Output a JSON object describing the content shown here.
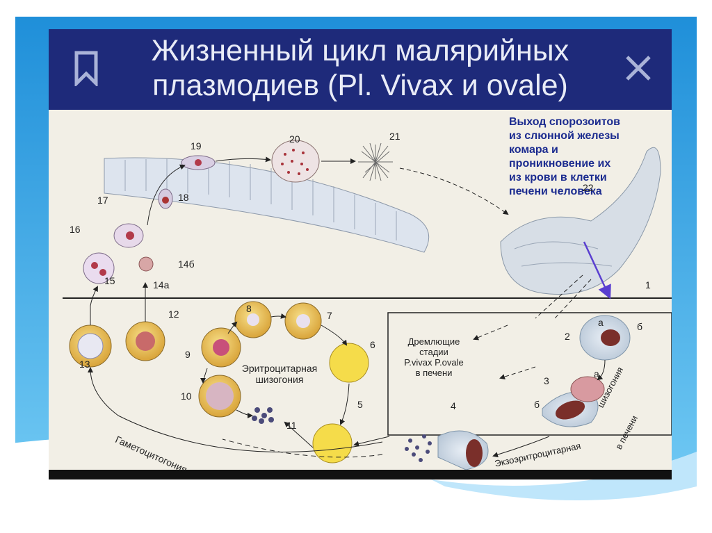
{
  "slide": {
    "title_line1": "Жизненный цикл малярийных",
    "title_line2": "плазмодиев (Pl. Vivax и ovale)",
    "bookmark_icon": "bookmark-icon",
    "close_icon": "close-icon",
    "colors": {
      "header_bg": "#1e2a7a",
      "accent_blue": "#29a3e6",
      "annotation": "#1b2b8f"
    }
  },
  "annotation": {
    "line1": "Выход спорозоитов",
    "line2": "из слюнной железы",
    "line3": "комара и",
    "line4": "проникновение их",
    "line5": "из крови в клетки",
    "line6": "печени человека"
  },
  "labels": {
    "erythro_1": "Эритроцитарная",
    "erythro_2": "шизогония",
    "gameto": "Гаметоцитогония",
    "dormant_1": "Дремлющие",
    "dormant_2": "стадии",
    "dormant_3": "P.vivax   P.ovale",
    "dormant_4": "в печени",
    "exo_1": "Экзоэритроцитарная",
    "exo_2": "шизогония",
    "exo_3": "в печени"
  },
  "numbers": {
    "n1": "1",
    "n2": "2",
    "n3": "3",
    "n4": "4",
    "n5": "5",
    "n6": "6",
    "n7": "7",
    "n8": "8",
    "n9": "9",
    "n10": "10",
    "n11": "11",
    "n12": "12",
    "n13": "13",
    "n14a": "14а",
    "n14b": "14б",
    "n15": "15",
    "n16": "16",
    "n17": "17",
    "n18": "18",
    "n19": "19",
    "n20": "20",
    "n21": "21",
    "n22": "22",
    "a1": "а",
    "b1": "б",
    "a2": "а",
    "b2": "б"
  }
}
